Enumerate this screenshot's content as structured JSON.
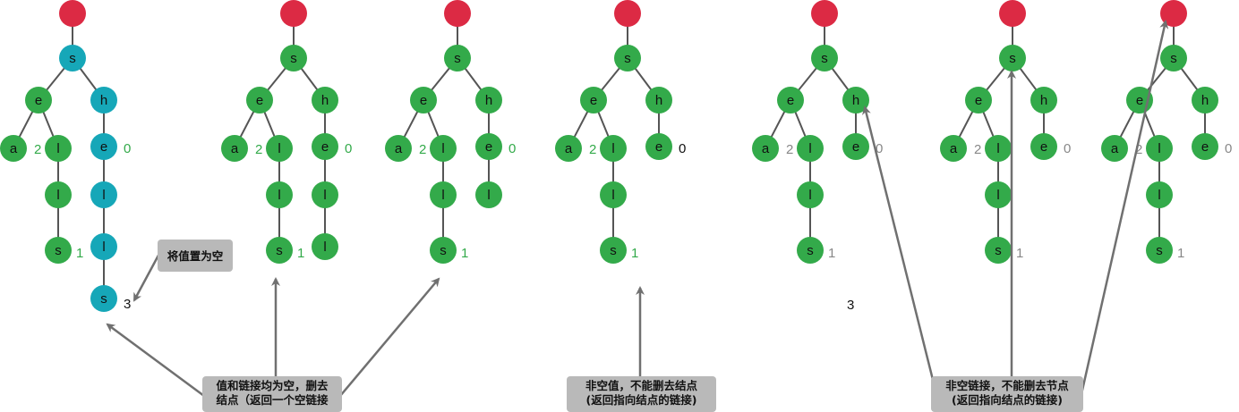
{
  "colors": {
    "root": "#dc2a44",
    "node": "#33aa4a",
    "highlight": "#16a7b8",
    "edge": "#555555",
    "arrow": "#707070",
    "callout_bg": "#b9b9b9",
    "value_green": "#33aa4a",
    "value_black": "#111111"
  },
  "trees": [
    {
      "id": "t1",
      "nodes": [
        {
          "id": "root",
          "label": "",
          "kind": "root"
        },
        {
          "id": "s",
          "label": "s",
          "kind": "highlight"
        },
        {
          "id": "e",
          "label": "e",
          "kind": "node"
        },
        {
          "id": "h",
          "label": "h",
          "kind": "highlight"
        },
        {
          "id": "a",
          "label": "a",
          "kind": "node",
          "value": "2",
          "value_color": "green"
        },
        {
          "id": "l1",
          "label": "l",
          "kind": "node"
        },
        {
          "id": "l2",
          "label": "l",
          "kind": "node"
        },
        {
          "id": "s2",
          "label": "s",
          "kind": "node",
          "value": "1",
          "value_color": "green"
        },
        {
          "id": "he",
          "label": "e",
          "kind": "highlight",
          "value": "0",
          "value_color": "green"
        },
        {
          "id": "hl1",
          "label": "l",
          "kind": "highlight"
        },
        {
          "id": "hl2",
          "label": "l",
          "kind": "highlight"
        },
        {
          "id": "hs",
          "label": "s",
          "kind": "highlight",
          "value": "3",
          "value_color": "black"
        }
      ]
    },
    {
      "id": "t2",
      "nodes": [
        {
          "id": "root",
          "label": "",
          "kind": "root"
        },
        {
          "id": "s",
          "label": "s",
          "kind": "node"
        },
        {
          "id": "e",
          "label": "e",
          "kind": "node"
        },
        {
          "id": "h",
          "label": "h",
          "kind": "node"
        },
        {
          "id": "a",
          "label": "a",
          "kind": "node",
          "value": "2",
          "value_color": "green"
        },
        {
          "id": "l1",
          "label": "l",
          "kind": "node"
        },
        {
          "id": "l2",
          "label": "l",
          "kind": "node"
        },
        {
          "id": "s2",
          "label": "s",
          "kind": "node",
          "value": "1",
          "value_color": "green"
        },
        {
          "id": "he",
          "label": "e",
          "kind": "node",
          "value": "0",
          "value_color": "green"
        },
        {
          "id": "hl1",
          "label": "l",
          "kind": "node"
        },
        {
          "id": "hl2",
          "label": "l",
          "kind": "node"
        }
      ]
    },
    {
      "id": "t3",
      "nodes": [
        {
          "id": "root",
          "label": "",
          "kind": "root"
        },
        {
          "id": "s",
          "label": "s",
          "kind": "node"
        },
        {
          "id": "e",
          "label": "e",
          "kind": "node"
        },
        {
          "id": "h",
          "label": "h",
          "kind": "node"
        },
        {
          "id": "a",
          "label": "a",
          "kind": "node",
          "value": "2",
          "value_color": "green"
        },
        {
          "id": "l1",
          "label": "l",
          "kind": "node"
        },
        {
          "id": "l2",
          "label": "l",
          "kind": "node"
        },
        {
          "id": "s2",
          "label": "s",
          "kind": "node",
          "value": "1",
          "value_color": "green"
        },
        {
          "id": "he",
          "label": "e",
          "kind": "node",
          "value": "0",
          "value_color": "green"
        },
        {
          "id": "hl1",
          "label": "l",
          "kind": "node"
        }
      ]
    },
    {
      "id": "t4",
      "nodes": [
        {
          "id": "root",
          "label": "",
          "kind": "root"
        },
        {
          "id": "s",
          "label": "s",
          "kind": "node"
        },
        {
          "id": "e",
          "label": "e",
          "kind": "node"
        },
        {
          "id": "h",
          "label": "h",
          "kind": "node"
        },
        {
          "id": "a",
          "label": "a",
          "kind": "node",
          "value": "2",
          "value_color": "green"
        },
        {
          "id": "l1",
          "label": "l",
          "kind": "node"
        },
        {
          "id": "l2",
          "label": "l",
          "kind": "node"
        },
        {
          "id": "s2",
          "label": "s",
          "kind": "node",
          "value": "1",
          "value_color": "green"
        },
        {
          "id": "he",
          "label": "e",
          "kind": "node",
          "value": "0",
          "value_color": "black"
        }
      ]
    },
    {
      "id": "t5",
      "nodes": [
        {
          "id": "root",
          "label": "",
          "kind": "root"
        },
        {
          "id": "s",
          "label": "s",
          "kind": "node"
        },
        {
          "id": "e",
          "label": "e",
          "kind": "node"
        },
        {
          "id": "h",
          "label": "h",
          "kind": "node"
        },
        {
          "id": "a",
          "label": "a",
          "kind": "node",
          "value": "2",
          "value_color": "gray"
        },
        {
          "id": "l1",
          "label": "l",
          "kind": "node"
        },
        {
          "id": "l2",
          "label": "l",
          "kind": "node"
        },
        {
          "id": "s2",
          "label": "s",
          "kind": "node",
          "value": "1",
          "value_color": "gray"
        },
        {
          "id": "he",
          "label": "e",
          "kind": "node",
          "value": "0",
          "value_color": "gray"
        }
      ]
    },
    {
      "id": "t6",
      "nodes": [
        {
          "id": "root",
          "label": "",
          "kind": "root"
        },
        {
          "id": "s",
          "label": "s",
          "kind": "node"
        },
        {
          "id": "e",
          "label": "e",
          "kind": "node"
        },
        {
          "id": "h",
          "label": "h",
          "kind": "node"
        },
        {
          "id": "a",
          "label": "a",
          "kind": "node",
          "value": "2",
          "value_color": "gray"
        },
        {
          "id": "l1",
          "label": "l",
          "kind": "node"
        },
        {
          "id": "l2",
          "label": "l",
          "kind": "node"
        },
        {
          "id": "s2",
          "label": "s",
          "kind": "node",
          "value": "1",
          "value_color": "gray"
        },
        {
          "id": "he",
          "label": "e",
          "kind": "node",
          "value": "0",
          "value_color": "gray"
        }
      ]
    },
    {
      "id": "t7",
      "nodes": [
        {
          "id": "root",
          "label": "",
          "kind": "root"
        },
        {
          "id": "s",
          "label": "s",
          "kind": "node"
        },
        {
          "id": "e",
          "label": "e",
          "kind": "node"
        },
        {
          "id": "h",
          "label": "h",
          "kind": "node"
        },
        {
          "id": "a",
          "label": "a",
          "kind": "node",
          "value": "2",
          "value_color": "gray"
        },
        {
          "id": "l1",
          "label": "l",
          "kind": "node"
        },
        {
          "id": "l2",
          "label": "l",
          "kind": "node"
        },
        {
          "id": "s2",
          "label": "s",
          "kind": "node",
          "value": "1",
          "value_color": "gray"
        },
        {
          "id": "he",
          "label": "e",
          "kind": "node",
          "value": "0",
          "value_color": "gray"
        }
      ]
    }
  ],
  "floating_values": [
    {
      "id": "stray-3",
      "text": "3"
    }
  ],
  "callouts": [
    {
      "id": "set-null",
      "lines": [
        "将值置为空"
      ]
    },
    {
      "id": "delete-node",
      "lines": [
        "值和链接均为空，删去",
        "结点（返回一个空链接"
      ]
    },
    {
      "id": "non-null-value",
      "lines": [
        "非空值，不能删去结点",
        "(返回指向结点的链接)"
      ]
    },
    {
      "id": "non-null-link",
      "lines": [
        "非空链接，不能删去节点",
        "(返回指向结点的链接)"
      ]
    }
  ]
}
